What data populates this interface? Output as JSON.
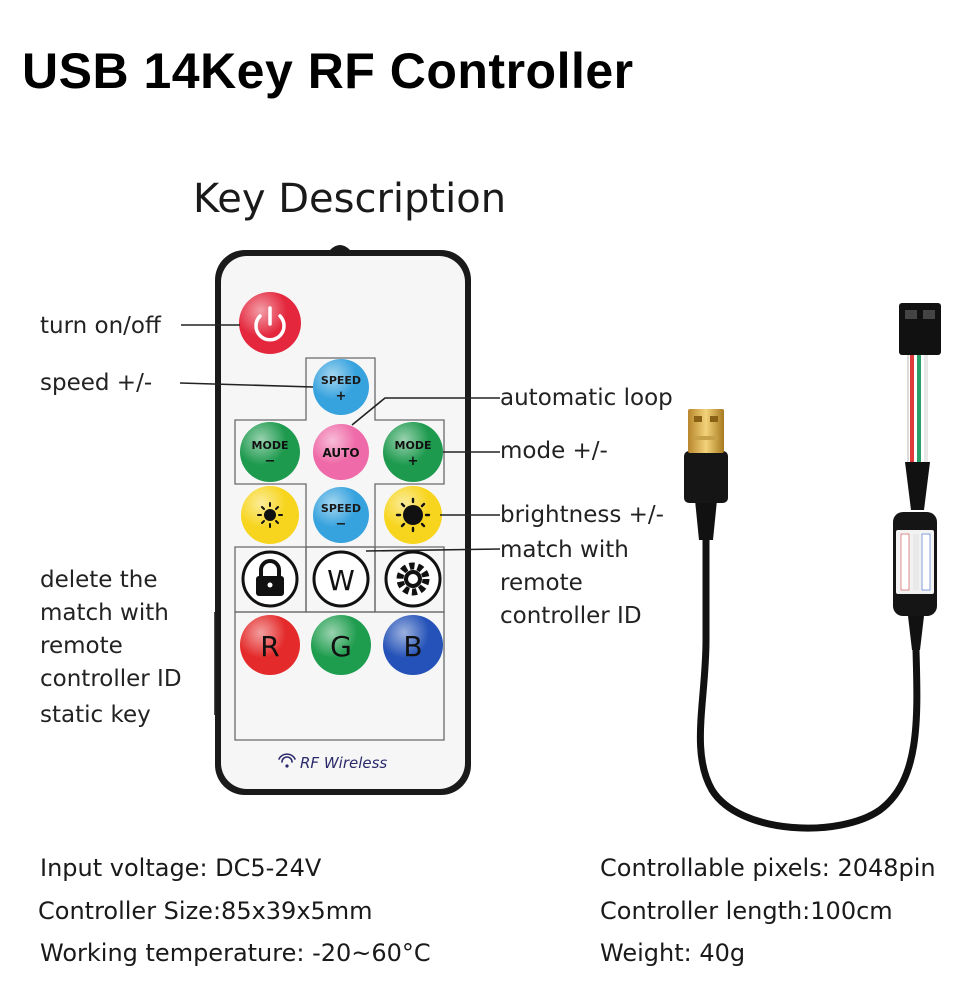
{
  "title": "USB 14Key RF Controller",
  "subtitle": "Key Description",
  "labels": {
    "on_off": "turn on/off",
    "speed": "speed +/-",
    "auto_loop": "automatic loop",
    "mode": "mode +/-",
    "brightness": "brightness +/-",
    "match_line1": "match with",
    "match_line2": "remote",
    "match_line3": "controller ID",
    "delete_line1": "delete the",
    "delete_line2": "match with",
    "delete_line3": "remote",
    "delete_line4": "controller ID",
    "static_key": "static key"
  },
  "remote": {
    "speed_plus_l1": "SPEED",
    "speed_plus_l2": "+",
    "auto": "AUTO",
    "mode_minus_l1": "MODE",
    "mode_minus_l2": "−",
    "mode_plus_l1": "MODE",
    "mode_plus_l2": "+",
    "speed_minus_l1": "SPEED",
    "speed_minus_l2": "−",
    "white_key": "W",
    "red_key": "R",
    "green_key": "G",
    "blue_key": "B",
    "brand": "RF Wireless"
  },
  "specs": {
    "input_voltage": "Input voltage: DC5-24V",
    "size_label": "Controller Size:",
    "size_value": "85x39x5mm",
    "temperature": "Working temperature: -20~60°C",
    "pixels": "Controllable pixels: 2048pin",
    "length_label": "Controller length:",
    "length_value": "100cm",
    "weight_label": "Weight:",
    "weight_value": "40g"
  },
  "colors": {
    "power": "#e4273d",
    "speed": "#37a3de",
    "mode": "#1e9a4e",
    "auto": "#ef6aa8",
    "brightness": "#f7d51e",
    "red": "#e42a2a",
    "green": "#1f9d4e",
    "blue": "#2452b8"
  }
}
